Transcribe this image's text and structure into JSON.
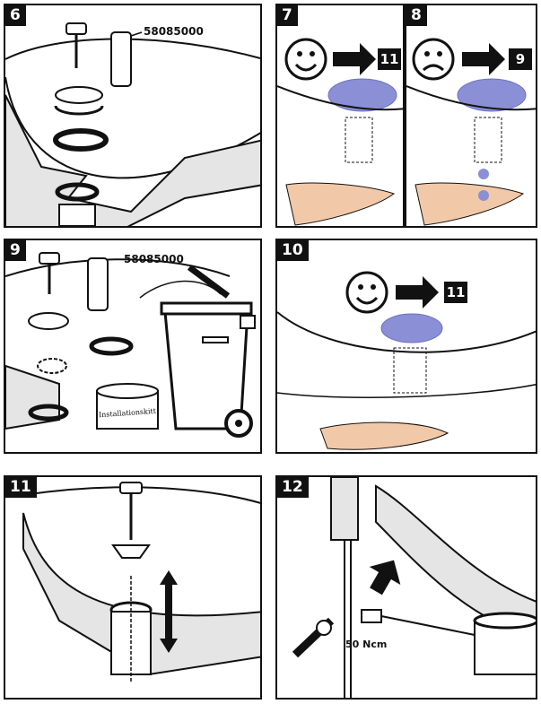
{
  "steps": [
    {
      "number": "6",
      "part_number": "58085000"
    },
    {
      "number": "7",
      "go_to": "11"
    },
    {
      "number": "8",
      "go_to": "9"
    },
    {
      "number": "9",
      "part_number": "58085000",
      "can_label": "Installationskitt"
    },
    {
      "number": "10",
      "go_to": "11"
    },
    {
      "number": "11"
    },
    {
      "number": "12",
      "torque": "50 Ncm"
    }
  ],
  "icons": {
    "happy": "smiley-face-icon",
    "sad": "sad-face-icon",
    "arrow": "right-arrow-icon",
    "bin": "trash-bin-icon"
  },
  "colors": {
    "ink": "#111111",
    "water": "#8a8fd6",
    "skin": "#f2c9a8",
    "panel_bg": "#ffffff"
  }
}
